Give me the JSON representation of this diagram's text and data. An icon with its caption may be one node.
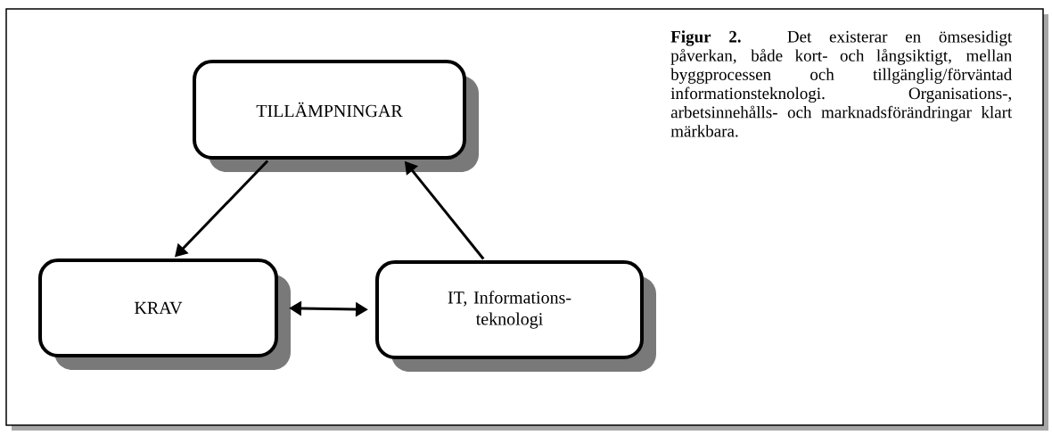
{
  "diagram": {
    "caption": "**Figur 2.** Det existerar en ömsesidigt påverkan, både kort- och långsiktigt, mellan byggprocessen och tillgänglig/förväntad informationsteknologi. Organisations-, arbetsinnehålls- och marknadsförändringar klart märkbara.",
    "nodes": [
      {
        "text": [
          "TILLÄMPNINGAR"
        ]
      },
      {
        "text": [
          "KRAV"
        ]
      },
      {
        "text": [
          "IT, Informations- teknologi"
        ]
      }
    ],
    "edges": [
      {
        "from": 0,
        "to": 1,
        "arrow": "to"
      },
      {
        "from": 2,
        "to": 0,
        "arrow": "to"
      },
      {
        "from": 1,
        "to": 2,
        "arrow": "both"
      }
    ]
  }
}
